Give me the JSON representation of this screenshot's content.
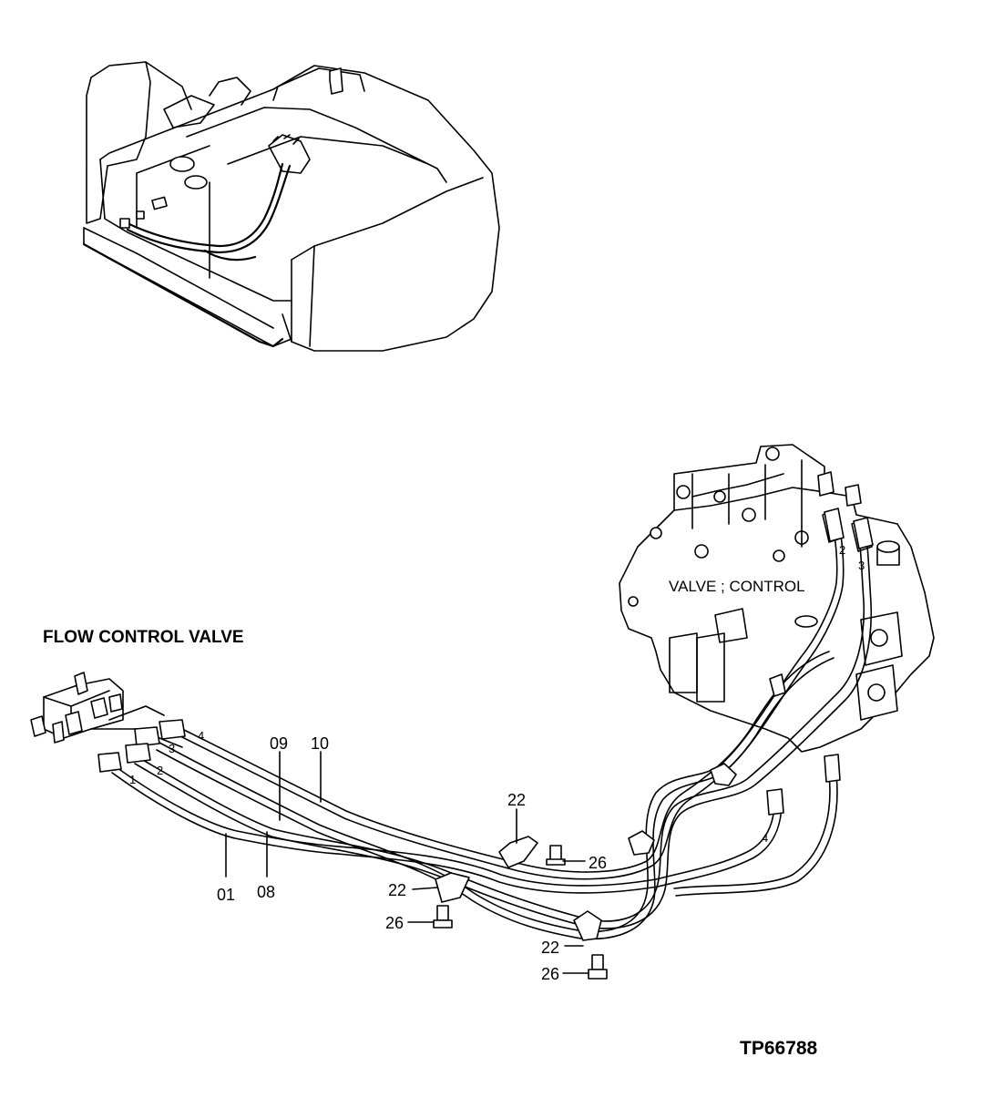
{
  "diagram": {
    "heading": "FLOW CONTROL VALVE",
    "component_label": "VALVE ; CONTROL",
    "reference": "TP66788",
    "callouts": {
      "hose_01": "01",
      "hose_08": "08",
      "hose_09": "09",
      "hose_10": "10",
      "clamp_a": "22",
      "clamp_b": "22",
      "clamp_c": "22",
      "bolt_a": "26",
      "bolt_b": "26",
      "bolt_c": "26"
    },
    "port_marks": {
      "fcv_1": "1",
      "fcv_2": "2",
      "fcv_3": "3",
      "fcv_4": "4",
      "cv_2": "2",
      "cv_3": "3",
      "cv_4": "4"
    }
  }
}
